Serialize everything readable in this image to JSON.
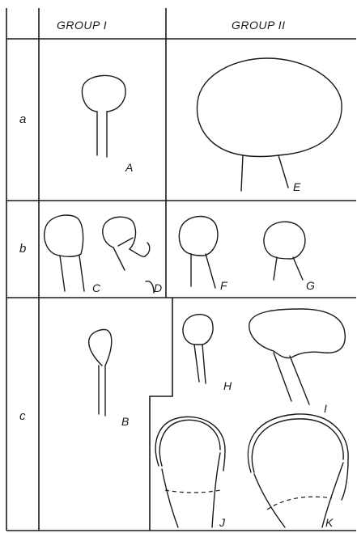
{
  "columns": {
    "group1": "GROUP I",
    "group2": "GROUP II"
  },
  "rows": {
    "a": "a",
    "b": "b",
    "c": "c"
  },
  "figures": {
    "A": "A",
    "B": "B",
    "C": "C",
    "D": "D",
    "E": "E",
    "F": "F",
    "G": "G",
    "H": "H",
    "I": "I",
    "J": "J",
    "K": "K"
  }
}
